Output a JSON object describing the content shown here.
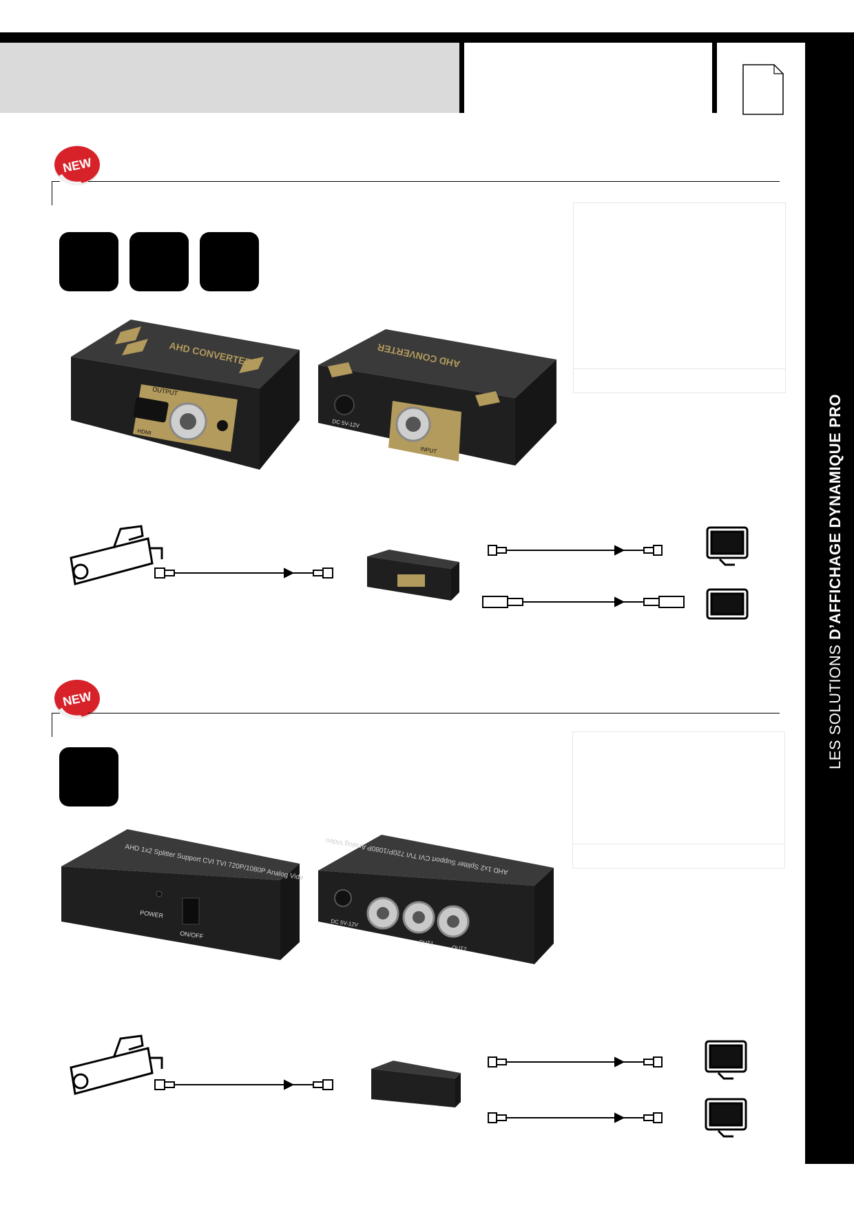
{
  "sidebar": {
    "label_light": "LES SOLUTIONS ",
    "label_bold": "D’AFFICHAGE DYNAMIQUE PRO"
  },
  "badges": {
    "new_label": "NEW"
  },
  "product1": {
    "device_brand": "AHD CONVERTER",
    "port_output": "OUTPUT",
    "port_hdmi": "HDMI",
    "port_dc": "DC 5V-12V",
    "port_input": "INPUT"
  },
  "product2": {
    "device_label": "AHD 1x2 Splitter Support CVI TVI 720P/1080P Analog Video",
    "power_label": "POWER",
    "switch_label": "ON/OFF",
    "port_dc": "DC 5V-12V",
    "port_out1": "OUT1",
    "port_out2": "OUT2"
  },
  "colors": {
    "accent_gold": "#b39a5d",
    "device_body": "#222222",
    "sidebar_band": "#000000",
    "header_gray": "#dadada",
    "badge_red": "#d8222a"
  }
}
